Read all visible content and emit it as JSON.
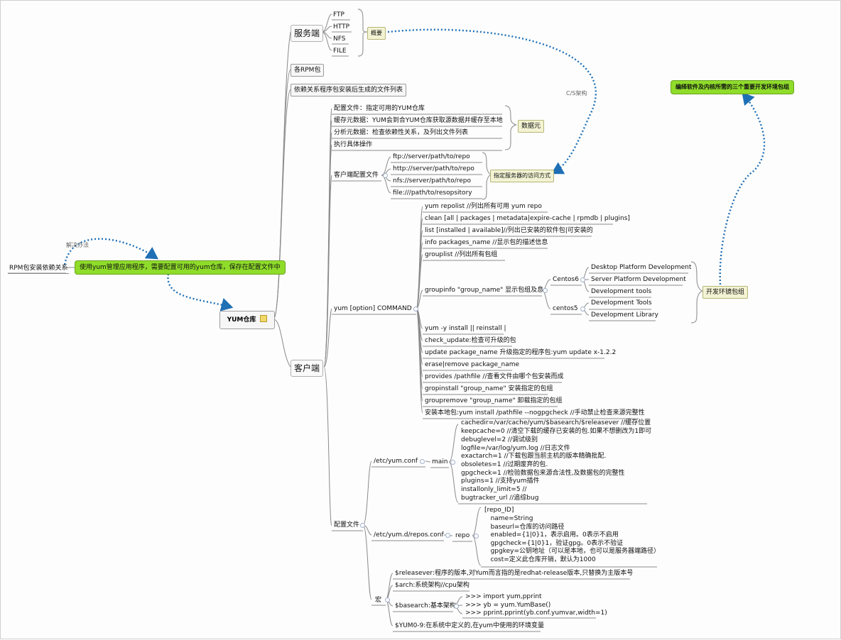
{
  "root": {
    "label": "YUM仓库"
  },
  "left": {
    "problem": "RPM包安装依赖关系",
    "solution": "使用yum管理应用程序，需要配置可用的yum仓库，保存在配置文件中",
    "relation_label": "解决办法"
  },
  "top_right": {
    "title": "编绎软件及内核所需的三个重要开发环境包组",
    "dev_group": "开发环镜包组"
  },
  "server": {
    "label": "服务端",
    "items": [
      "FTP",
      "HTTP",
      "NFS",
      "FILE"
    ],
    "summary": "概要",
    "cs_label": "C/S架构"
  },
  "rpm_packages": "各RPM包",
  "dependency": "依赖关系程序包安装后生成的文件列表",
  "client": {
    "label": "客户端",
    "config_items": [
      "配置文件：指定可用的YUM仓库",
      "缓存元数据：YUM会到合YUM仓库获取源数据并缓存至本地",
      "分析元数据：检查依赖性关系，及列出文件列表",
      "执行具体操作"
    ],
    "metadata": "数据元",
    "client_config": "客户端配置文件",
    "repo_urls": [
      "ftp://server/path/to/repo",
      "http://server/path/to/repo",
      "nfs://server/path/to/repo",
      "file:///path/to/resopsitory"
    ],
    "access_mode": "指定服务器的访问方式",
    "command_label": "yum [option] COMMAND",
    "commands_a": [
      "yum repolist //列出所有可用 yum repo",
      "clean [all | packages | metadata|expire-cache | rpmdb | plugins]",
      "list [installed | available]//列出已安装的软件包|可安装的",
      "info packages_name //显示包的描述信息",
      "grouplist  //列出所有包组"
    ],
    "groupinfo": "groupinfo \"group_name\" 显示包组及息",
    "centos6": "Centos6",
    "centos6_items": [
      "Desktop Platform Development",
      "Server Platform Development",
      "Development tools"
    ],
    "centos5": "centos5",
    "centos5_items": [
      "Development Tools",
      "Development Library"
    ],
    "commands_b": [
      "yum -y install  || reinstall |",
      "check_update:检查可升级的包",
      "update package_name 升级指定的程序包:yum update x-1.2.2",
      "erase|remove package_name",
      "provides /pathfile //查看文件由哪个包安装而成",
      "gropinstall \"group_name\" 安装指定的包组",
      "groupremove \"group_name\" 卸载指定的包组",
      "安装本地包:yum install /pathfile --nogpgcheck //手动禁止检查来源完整性"
    ],
    "config_file_label": "配置文件",
    "yum_conf": "/etc/yum.conf",
    "main_label": "main",
    "main_lines": [
      "cachedir=/var/cache/yum/$basearch/$releasever //缓存位置",
      "keepcache=0  //清空下载的缓存已安装的包.如果不想删改为1即可",
      "debuglevel=2 //调试级别",
      "logfile=/var/log/yum.log //日志文件",
      "exactarch=1 //下载包跟当前主机的版本精确批配.",
      "obsoletes=1 //过期废弃的包.",
      "gpgcheck=1 //检验数据包来源合法性,及数据包的完整性",
      "plugins=1 //支持yum插件",
      "installonly_limit=5 //",
      "bugtracker_url //追综bug"
    ],
    "repos_conf": "/etc/yum.d/repos.conf",
    "repo_label": "repo",
    "repo_lines": [
      "[repo_ID]",
      "   name=String",
      "   baseurl=仓库的访问路径",
      "   enabled={1|0}1，表示启用。0表示不启用",
      "   gpgcheck={1|0}1，验证gpg。0表示不验证",
      "   gpgkey=公钥地址（可以是本地，也可以是服务器端路径）",
      "   cost=定义此仓库开销，默认为1000"
    ],
    "macro_label": "宏",
    "releasever": "$releasever:程序的版本,对Yum而言指的是redhat-release版本,只替换为主版本号",
    "arch": "$arch:系统架构//cpu架构",
    "basearch": "$basearch:基本架构",
    "python_lines": [
      ">>> import yum,pprint",
      ">>> yb = yum.YumBase()",
      ">>> pprint.pprint(yb.conf.yumvar,width=1)"
    ],
    "yum09": "$YUM0-9:在系统中定义的,在yum中使用的环境变量"
  },
  "colors": {
    "green": "#8fdc2a",
    "note_yellow": "#f3f3d4",
    "link_blue": "#1f6fb5"
  }
}
